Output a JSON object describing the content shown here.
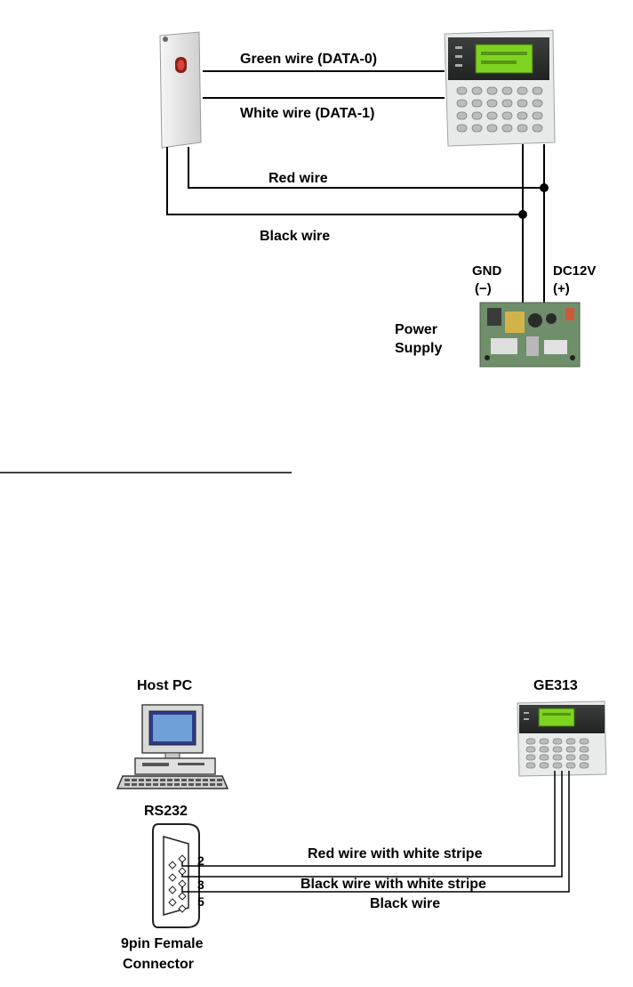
{
  "diagram1": {
    "green_wire": "Green wire (DATA-0)",
    "white_wire": "White wire (DATA-1)",
    "red_wire": "Red wire",
    "black_wire": "Black wire",
    "gnd_label": "GND",
    "gnd_sign": "(−)",
    "dc_label": "DC12V",
    "dc_sign": "(+)",
    "power_line1": "Power",
    "power_line2": "Supply"
  },
  "diagram2": {
    "host_pc": "Host PC",
    "device": "GE313",
    "port": "RS232",
    "pin2": "2",
    "pin3": "3",
    "pin5": "5",
    "wire_red_white": "Red wire with white stripe",
    "wire_black_white": "Black wire with white stripe",
    "wire_black": "Black wire",
    "connector_line1": "9pin Female",
    "connector_line2": "Connector"
  },
  "colors": {
    "lcd": "#7ed321",
    "panel": "#e8ebe9",
    "reader": "#e6e6e6",
    "led": "#c0302a",
    "pcb": "#6f8f6a"
  }
}
